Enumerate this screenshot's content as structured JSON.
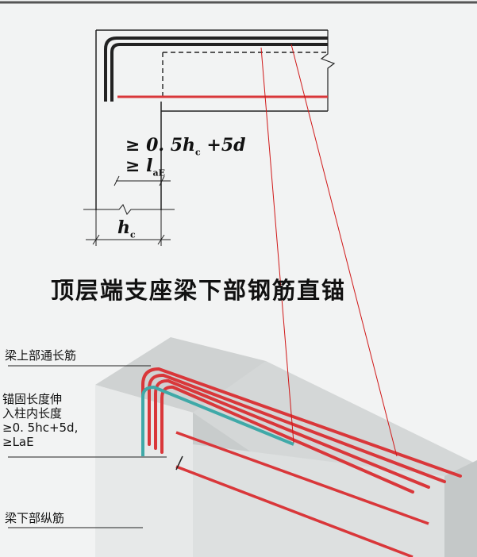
{
  "title": "顶层端支座梁下部钢筋直锚",
  "dimensions": {
    "line1": "≥ 0. 5h",
    "line1_sub": "c",
    "line1_tail": " +5d",
    "line2": "≥ l",
    "line2_sub": "aE",
    "column_width": "h",
    "column_width_sub": "c"
  },
  "callouts": {
    "top_rebar": "梁上部通长筋",
    "anchorage": [
      "锚固长度伸",
      "入柱内长度",
      "≥0. 5hc+5d,",
      "≥LaE"
    ],
    "bottom_rebar": "梁下部纵筋"
  },
  "colors": {
    "rebar": "#d9373a",
    "anchored_rebar": "#3fa9a8",
    "leader": "#d01818",
    "concrete_front": "#e4e6e6",
    "concrete_top": "#ced1d1",
    "concrete_side": "#c2c6c6"
  }
}
